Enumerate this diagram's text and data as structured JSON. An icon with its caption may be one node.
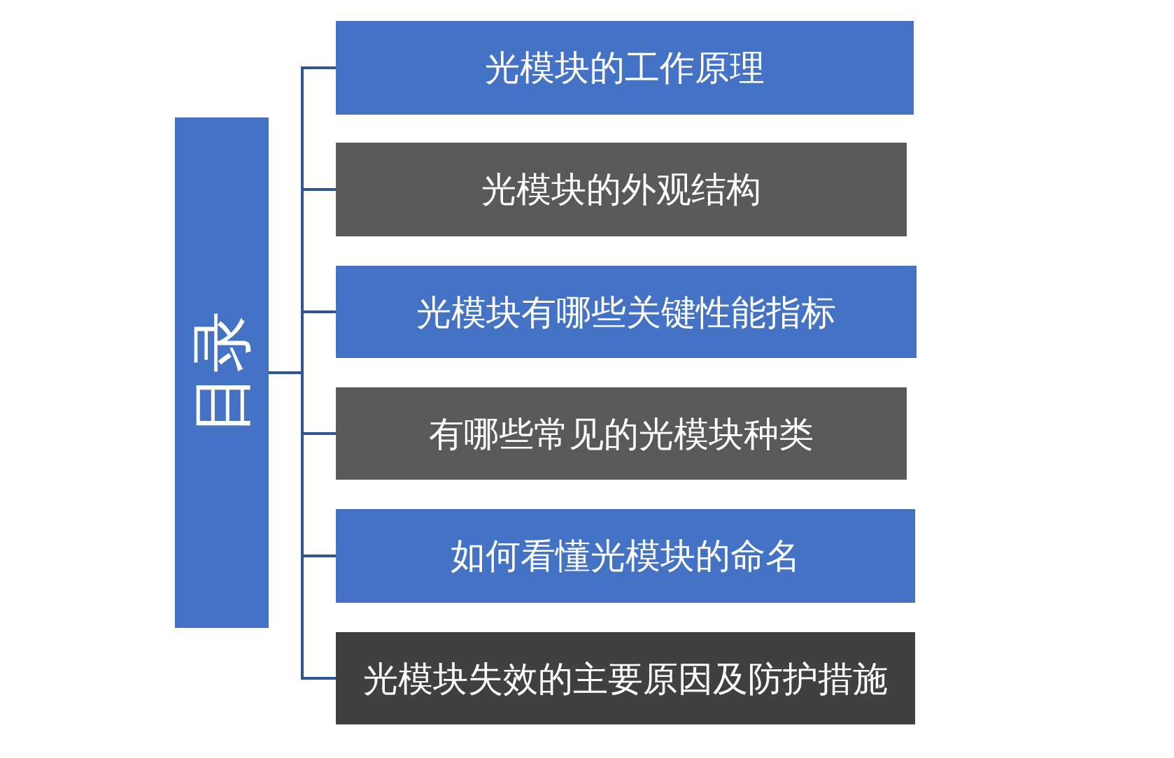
{
  "diagram": {
    "nodes": [
      {
        "text": [
          "目录"
        ]
      },
      {
        "text": [
          "光模块的工作原理"
        ]
      },
      {
        "text": [
          "光模块的外观结构"
        ]
      },
      {
        "text": [
          "光模块有哪些关键性能指标"
        ]
      },
      {
        "text": [
          "有哪些常见的光模块种类"
        ]
      },
      {
        "text": [
          "如何看懂光模块的命名"
        ]
      },
      {
        "text": [
          "光模块失效的主要原因及防护措施"
        ]
      }
    ],
    "edges": [
      {
        "from": 0,
        "to": 1,
        "arrow": "none"
      },
      {
        "from": 0,
        "to": 2,
        "arrow": "none"
      },
      {
        "from": 0,
        "to": 3,
        "arrow": "none"
      },
      {
        "from": 0,
        "to": 4,
        "arrow": "none"
      },
      {
        "from": 0,
        "to": 5,
        "arrow": "none"
      },
      {
        "from": 0,
        "to": 6,
        "arrow": "none"
      }
    ]
  }
}
